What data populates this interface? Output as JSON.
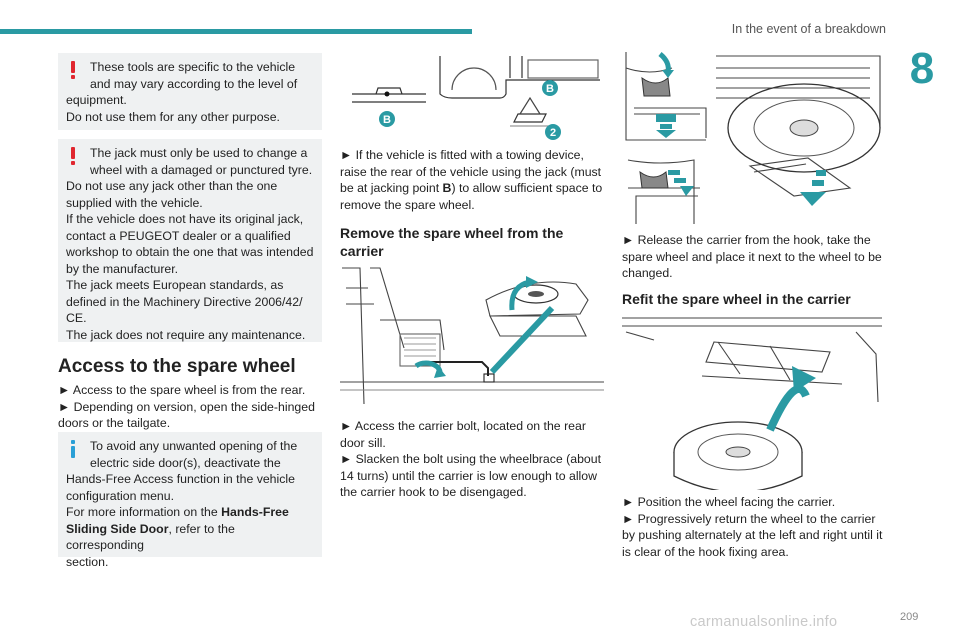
{
  "header": {
    "section_title": "In the event of a breakdown",
    "chapter_number": "8",
    "accent_color": "#2a9aa3"
  },
  "col1": {
    "warning1": {
      "icon": "exclamation-warning-icon",
      "lines": [
        "These tools are specific to the vehicle",
        "and may vary according to the level of",
        "equipment.",
        "Do not use them for any other purpose."
      ]
    },
    "warning2": {
      "icon": "exclamation-warning-icon",
      "lines": [
        "The jack must only be used to change a",
        "wheel with a damaged or punctured tyre.",
        "Do not use any jack other than the one",
        "supplied with the vehicle.",
        "If the vehicle does not have its original jack,",
        "contact a PEUGEOT dealer or a qualified",
        "workshop to obtain the one that was intended",
        "by the manufacturer.",
        "The jack meets European standards, as",
        "defined in the Machinery Directive 2006/42/",
        "CE.",
        "The jack does not require any maintenance."
      ]
    },
    "section_heading": "Access to the spare wheel",
    "steps": [
      "► Access to the spare wheel is from the rear.",
      "► Depending on version, open the side-hinged",
      "doors or the tailgate."
    ],
    "info": {
      "icon": "info-icon",
      "lines": [
        "To avoid any unwanted opening of the",
        "electric side door(s), deactivate the",
        "Hands-Free Access function in the vehicle",
        "configuration menu."
      ],
      "line5_prefix": "For more information on the ",
      "line5_bold": "Hands-Free",
      "line6_bold": "Sliding Side Door",
      "line6_suffix": ", refer to the corresponding",
      "line7": "section."
    }
  },
  "col2": {
    "fig1_labels": {
      "b_small": "B",
      "b_car": "B",
      "two": "2"
    },
    "para1": {
      "line1": "► If the vehicle is fitted with a towing device,",
      "line2": "raise the rear of the vehicle using the jack (must",
      "line3_prefix": "be at jacking point ",
      "line3_bold": "B",
      "line3_suffix": ") to allow sufficient space to",
      "line4": "remove the spare wheel."
    },
    "heading": [
      "Remove the spare wheel from the",
      "carrier"
    ],
    "para2": [
      "► Access the carrier bolt, located on the rear",
      "door sill.",
      "► Slacken the bolt using the wheelbrace (about",
      "14 turns) until the carrier is low enough to allow",
      "the carrier hook to be disengaged."
    ]
  },
  "col3": {
    "para1": [
      "► Release the carrier from the hook, take the",
      "spare wheel and place it next to the wheel to be",
      "changed."
    ],
    "heading": "Refit the spare wheel in the carrier",
    "para2": [
      "► Position the wheel facing the carrier.",
      "► Progressively return the wheel to the carrier",
      "by pushing alternately at the left and right until it",
      "is clear of the hook fixing area."
    ]
  },
  "footer": {
    "page_number": "209",
    "watermark": "carmanualsonline.info"
  }
}
